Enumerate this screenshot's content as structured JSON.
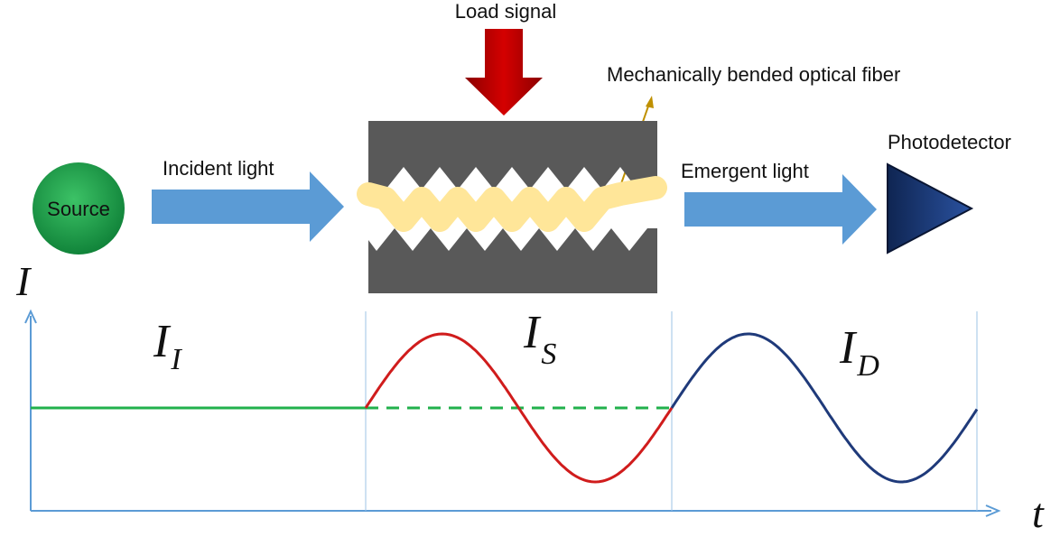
{
  "labels": {
    "load_signal": "Load signal",
    "fiber": "Mechanically bended optical fiber",
    "source": "Source",
    "incident": "Incident light",
    "emergent": "Emergent light",
    "photodetector": "Photodetector"
  },
  "axis": {
    "y_label": "I",
    "x_label": "t"
  },
  "regions": [
    {
      "main": "I",
      "sub": "I"
    },
    {
      "main": "I",
      "sub": "S"
    },
    {
      "main": "I",
      "sub": "D"
    }
  ],
  "colors": {
    "source_fill": "#1fa84a",
    "arrow_fill": "#5b9bd5",
    "load_arrow": "#c00000",
    "plate": "#595959",
    "fiber": "#ffe699",
    "fiber_pointer": "#bf9000",
    "detector": "#1f3a7a",
    "axis": "#5b9bd5",
    "signal_incident": "#22b14c",
    "signal_sensing": "#d01c1c",
    "signal_detected": "#1f3a7a"
  }
}
